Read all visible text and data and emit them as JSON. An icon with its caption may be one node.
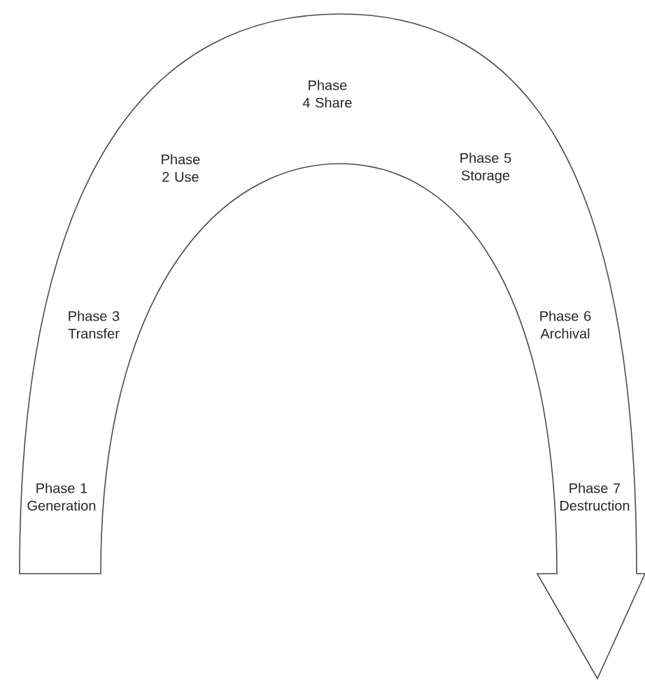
{
  "diagram": {
    "nodes": [
      {
        "text": [
          "Phase 1 Generation",
          "Phase 2 Use",
          "Phase 3 Transfer",
          "Phase 4 Share",
          "Phase 5 Storage",
          "Phase 6 Archival",
          "Phase 7 Destruction"
        ]
      }
    ]
  }
}
